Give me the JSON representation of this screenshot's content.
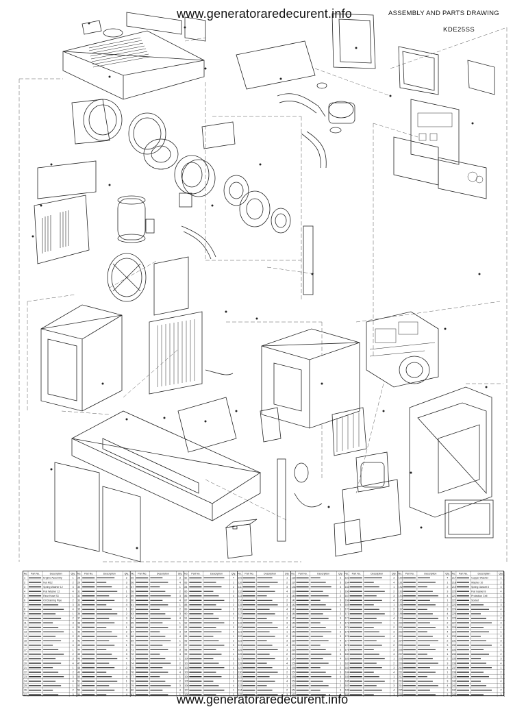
{
  "watermark": "www.generatoraredecurent.info",
  "document": {
    "title": "ASSEMBLY AND PARTS DRAWING",
    "model": "KDE25SS"
  },
  "parts_table": {
    "column_group_headers": [
      "No.",
      "Part No.",
      "Description",
      "Qty."
    ],
    "group_count": 9,
    "rows_per_group": 27,
    "first_group_descriptions": [
      "Engine Assembly",
      "Nut M12",
      "Spring Washer 12",
      "Flat Washer 12",
      "Rear Hose S3",
      "Oil Draining Pipe"
    ],
    "sample_descriptions_right": [
      "Copper Washer",
      "Washer 10",
      "Spring Gasket 8",
      "Flat Gasket 8",
      "Protection Cell",
      "Socket"
    ]
  },
  "icons": [
    "assembly-drawing"
  ]
}
